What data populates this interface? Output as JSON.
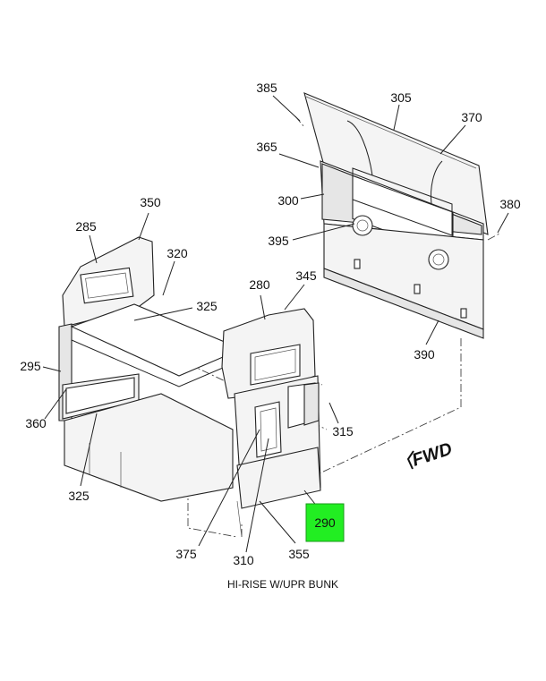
{
  "callouts": [
    {
      "id": "385",
      "text": "385"
    },
    {
      "id": "305",
      "text": "305"
    },
    {
      "id": "370",
      "text": "370"
    },
    {
      "id": "365",
      "text": "365"
    },
    {
      "id": "300",
      "text": "300"
    },
    {
      "id": "380",
      "text": "380"
    },
    {
      "id": "395",
      "text": "395"
    },
    {
      "id": "350",
      "text": "350"
    },
    {
      "id": "285",
      "text": "285"
    },
    {
      "id": "320",
      "text": "320"
    },
    {
      "id": "325a",
      "text": "325"
    },
    {
      "id": "280",
      "text": "280"
    },
    {
      "id": "345",
      "text": "345"
    },
    {
      "id": "295",
      "text": "295"
    },
    {
      "id": "360",
      "text": "360"
    },
    {
      "id": "315",
      "text": "315"
    },
    {
      "id": "390",
      "text": "390"
    },
    {
      "id": "325b",
      "text": "325"
    },
    {
      "id": "290",
      "text": "290"
    },
    {
      "id": "375",
      "text": "375"
    },
    {
      "id": "310",
      "text": "310"
    },
    {
      "id": "355",
      "text": "355"
    }
  ],
  "fwd_label": "FWD",
  "caption": "HI-RISE W/UPR BUNK",
  "highlight": {
    "callout": "290",
    "color": "#22ee22"
  }
}
